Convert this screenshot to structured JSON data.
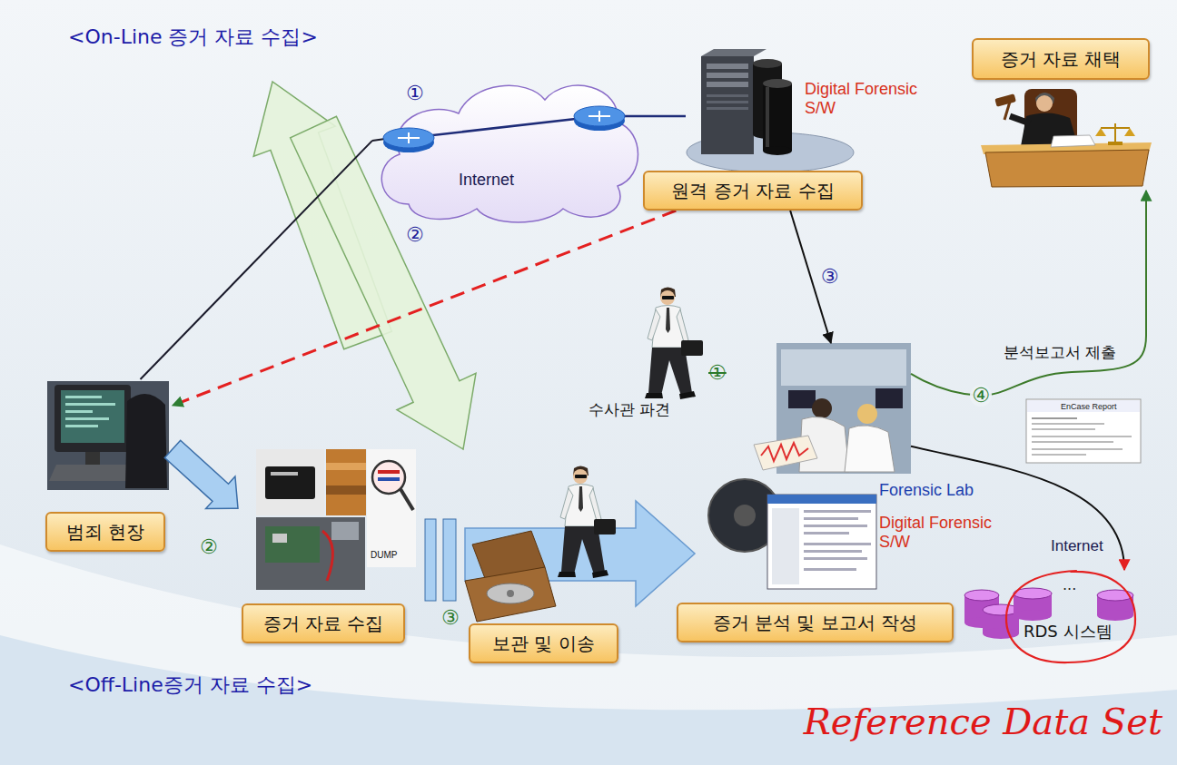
{
  "diagram": {
    "nodes": [
      {
        "text": [
          "Internet"
        ]
      },
      {
        "text": [
          "Digital Forensic S/W",
          "원격 증거 자료 수집"
        ]
      },
      {
        "text": [
          "증거 자료 채택"
        ]
      },
      {
        "text": [
          "Forensic Lab",
          "Digital Forensic S/W"
        ]
      },
      {
        "text": [
          "범죄 현장"
        ]
      },
      {
        "text": [
          "증거 자료 수집"
        ]
      },
      {
        "text": [
          "보관 및 이송"
        ]
      },
      {
        "text": [
          "증거 분석 및 보고서 작성"
        ]
      },
      {
        "text": [
          "Internet",
          "RDS 시스템"
        ]
      }
    ],
    "edges": [
      {
        "from": 4,
        "to": 0,
        "arrow": "none"
      },
      {
        "from": 1,
        "to": 4,
        "arrow": "to"
      },
      {
        "from": 1,
        "to": 3,
        "label": "③",
        "arrow": "to"
      },
      {
        "from": 3,
        "to": 2,
        "label": "④",
        "arrow": "to"
      },
      {
        "from": 3,
        "to": 8,
        "arrow": "to"
      },
      {
        "from": 4,
        "to": 5,
        "arrow": "to"
      }
    ],
    "labels": [
      "<On-Line 증거 자료 수집>",
      "①",
      "②",
      "DUMP",
      "수사관 파견",
      "①",
      "분석보고서 제출",
      "EnCase Report",
      "②",
      "③",
      "...",
      "<Off-Line증거 자료 수집>",
      "Reference Data Set"
    ]
  }
}
